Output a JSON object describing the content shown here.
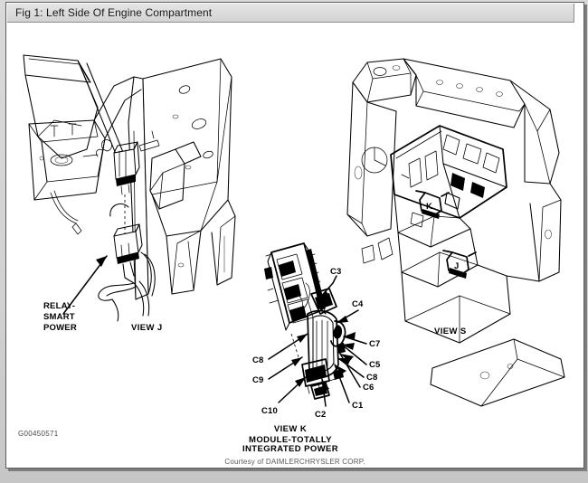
{
  "window": {
    "title": "Fig 1: Left Side Of Engine Compartment"
  },
  "figure": {
    "reference_code": "G00450571",
    "credit": "Courtesy of DAIMLERCHRYSLER CORP.",
    "views": [
      {
        "id": "view-j",
        "label": "VIEW J"
      },
      {
        "id": "view-k",
        "label": "VIEW K"
      },
      {
        "id": "view-s",
        "label": "VIEW S"
      }
    ],
    "view_k_caption_line1": "MODULE-TOTALLY",
    "view_k_caption_line2": "INTEGRATED POWER",
    "component_label_line1": "RELAY-",
    "component_label_line2": "SMART",
    "component_label_line3": "POWER",
    "view_markers": [
      {
        "id": "marker-j",
        "letter": "J"
      },
      {
        "id": "marker-k",
        "letter": "K"
      }
    ],
    "connector_callouts": [
      {
        "id": "c3",
        "label": "C3"
      },
      {
        "id": "c4",
        "label": "C4"
      },
      {
        "id": "c7",
        "label": "C7"
      },
      {
        "id": "c5",
        "label": "C5"
      },
      {
        "id": "c6",
        "label": "C6"
      },
      {
        "id": "c1",
        "label": "C1"
      },
      {
        "id": "c2",
        "label": "C2"
      },
      {
        "id": "c8r",
        "label": "C8"
      },
      {
        "id": "c8l",
        "label": "C8"
      },
      {
        "id": "c9",
        "label": "C9"
      },
      {
        "id": "c10",
        "label": "C10"
      }
    ]
  }
}
